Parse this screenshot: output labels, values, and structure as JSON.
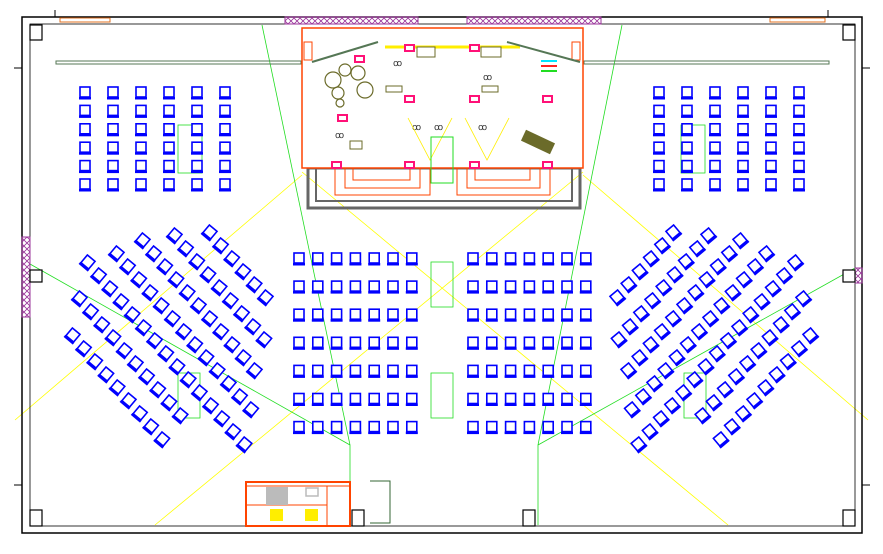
{
  "plan": {
    "colors": {
      "wall": "#000000",
      "chair": "#0000ff",
      "stage": "#ff4400",
      "stage_frame": "#666666",
      "sightline_yellow": "#ffff00",
      "sightline_green": "#00dd00",
      "window_hatch": "#993399",
      "equipment": "#6b6b2a",
      "marker": "#ff1177"
    },
    "seating": {
      "upper_left": {
        "rows": 6,
        "cols": 6
      },
      "upper_right": {
        "rows": 6,
        "cols": 6
      },
      "center_left": {
        "rows": 7,
        "cols": 7
      },
      "center_right": {
        "rows": 7,
        "cols": 7
      },
      "diagonal_left_row_counts": [
        9,
        10,
        15,
        13,
        11,
        9,
        6
      ],
      "diagonal_right_row_counts": [
        9,
        10,
        15,
        13,
        11,
        9,
        6
      ]
    }
  }
}
